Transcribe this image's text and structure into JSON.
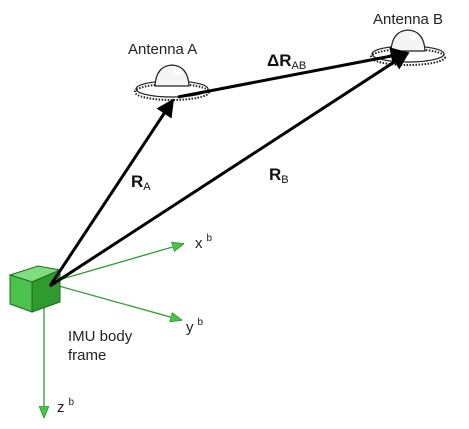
{
  "antennas": {
    "a_label": "Antenna A",
    "b_label": "Antenna B"
  },
  "vectors": {
    "ra_main": "R",
    "ra_sub": "A",
    "rb_main": "R",
    "rb_sub": "B",
    "drab_delta": "Δ",
    "drab_main": "R",
    "drab_sub": "AB"
  },
  "axes": {
    "x_main": "x",
    "x_sup": "b",
    "y_main": "y",
    "y_sup": "b",
    "z_main": "z",
    "z_sup": "b"
  },
  "imu": {
    "label_line1": "IMU body",
    "label_line2": "frame"
  },
  "colors": {
    "axis_green": "#2e9e2e",
    "cube_front": "#4cc24c",
    "cube_top": "#7fdc7f",
    "cube_side": "#2f9a2f",
    "vector_black": "#000000"
  }
}
